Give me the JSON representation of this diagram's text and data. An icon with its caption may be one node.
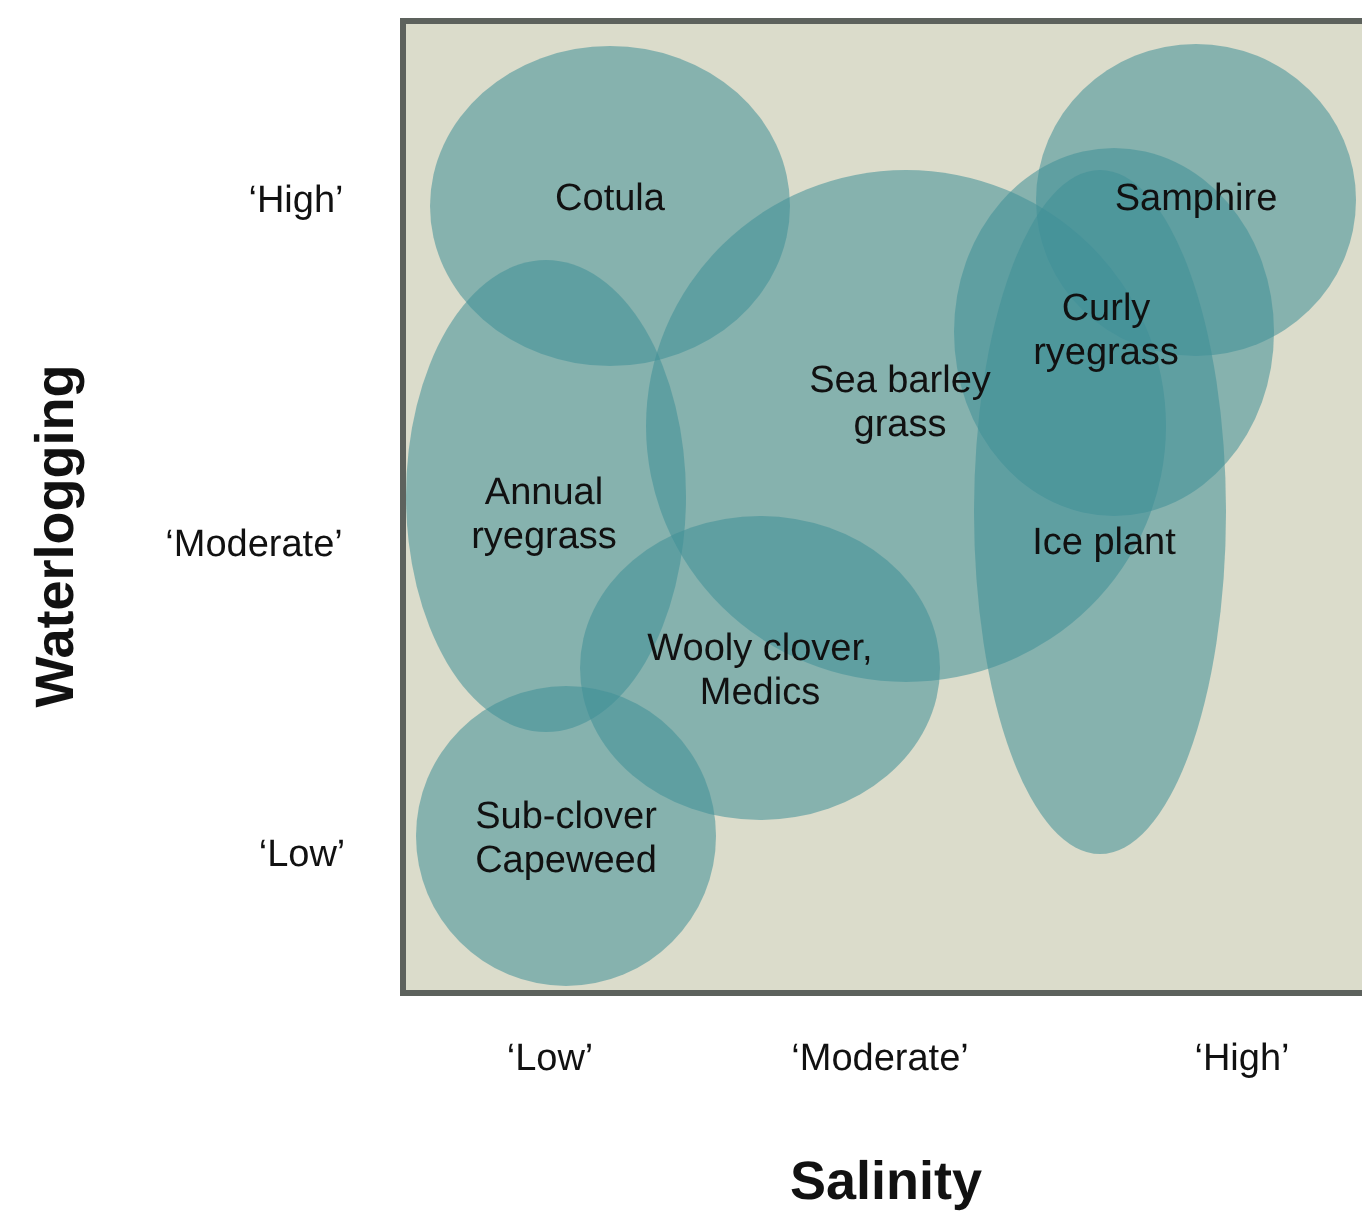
{
  "diagram": {
    "nodes": [
      {
        "text": [
          "Cotula"
        ]
      },
      {
        "text": [
          "Samphire"
        ]
      },
      {
        "text": [
          "Curly ryegrass"
        ]
      },
      {
        "text": [
          "Sea barley grass"
        ]
      },
      {
        "text": [
          "Ice plant"
        ]
      },
      {
        "text": [
          "Annual ryegrass"
        ]
      },
      {
        "text": [
          "Wooly clover, Medics"
        ]
      },
      {
        "text": [
          "Sub-clover Capeweed"
        ]
      }
    ],
    "edges": [],
    "labels": [
      "‘High’",
      "‘Moderate’",
      "‘Low’",
      "Waterlogging",
      "‘Low’",
      "‘Moderate’",
      "‘High’",
      "Salinity"
    ]
  }
}
